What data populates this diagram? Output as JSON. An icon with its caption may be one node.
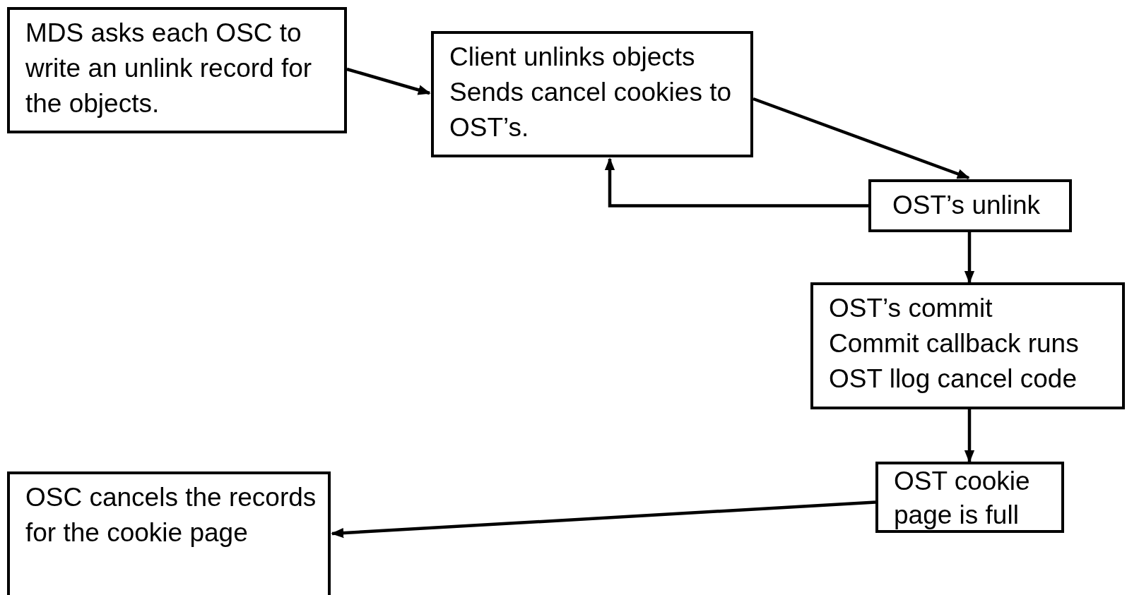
{
  "diagram": {
    "nodes": [
      {
        "text": [
          "MDS asks each OSC to write an unlink record for the objects."
        ]
      },
      {
        "text": [
          "Client unlinks objects",
          "Sends cancel cookies to OST’s."
        ]
      },
      {
        "text": [
          "OST’s unlink"
        ]
      },
      {
        "text": [
          "OST’s commit",
          "Commit callback runs",
          "OST llog cancel code"
        ]
      },
      {
        "text": [
          "OST cookie page is full"
        ]
      },
      {
        "text": [
          "OSC cancels the records for the cookie page"
        ]
      }
    ],
    "edges": [
      {
        "from": 0,
        "to": 1,
        "arrow": "to"
      },
      {
        "from": 1,
        "to": 2,
        "arrow": "to"
      },
      {
        "from": 2,
        "to": 1,
        "arrow": "to"
      },
      {
        "from": 2,
        "to": 3,
        "arrow": "to"
      },
      {
        "from": 3,
        "to": 4,
        "arrow": "to"
      },
      {
        "from": 4,
        "to": 5,
        "arrow": "to"
      }
    ]
  }
}
